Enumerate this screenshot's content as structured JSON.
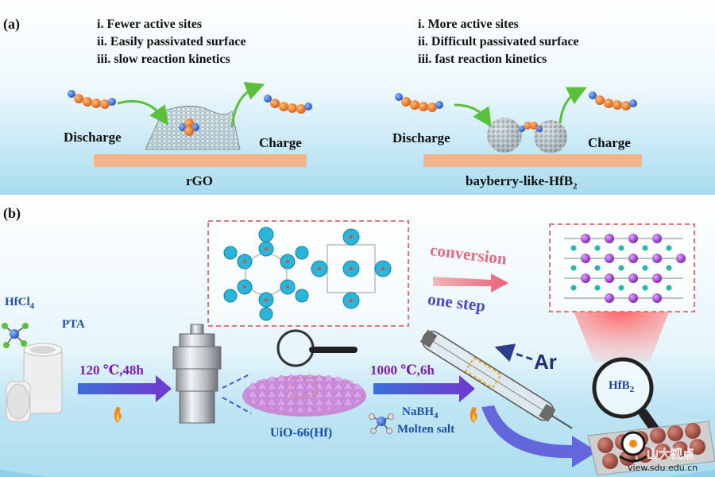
{
  "panel_a": {
    "label": "(a)",
    "left": {
      "bullets": [
        "i. Fewer active sites",
        "ii. Easily passivated surface",
        "iii. slow reaction kinetics"
      ],
      "discharge": "Discharge",
      "charge": "Charge",
      "substrate": "rGO"
    },
    "right": {
      "bullets": [
        "i. More active sites",
        "ii. Difficult passivated surface",
        "iii. fast reaction kinetics"
      ],
      "discharge": "Discharge",
      "charge": "Charge",
      "substrate_main": "bayberry-like-HfB",
      "substrate_sub": "2"
    }
  },
  "panel_b": {
    "label": "(b)",
    "hfcl4_main": "HfCl",
    "hfcl4_sub": "4",
    "pta": "PTA",
    "step1_condition": "120 ℃,48h",
    "uio_label": "UiO-66(Hf)",
    "step2_condition": "1000 ℃,6h",
    "nabh4_main": "NaBH",
    "nabh4_sub": "4",
    "molten_salt": "Molten salt",
    "conversion": "conversion",
    "one_step": "one step",
    "ar": "Ar",
    "hfb2_main": "HfB",
    "hfb2_sub": "2"
  },
  "watermark": {
    "logo_text": "山大视点",
    "url": "view.sdu.edu.cn"
  },
  "colors": {
    "oxygen": "#2f6fd6",
    "lithium_chain": "#e8701a",
    "substrate": "#f2b48a",
    "dashed_box": "#e07a7a",
    "cyan_cluster": "#29b6d8",
    "purple_atom": "#9b30c8"
  }
}
